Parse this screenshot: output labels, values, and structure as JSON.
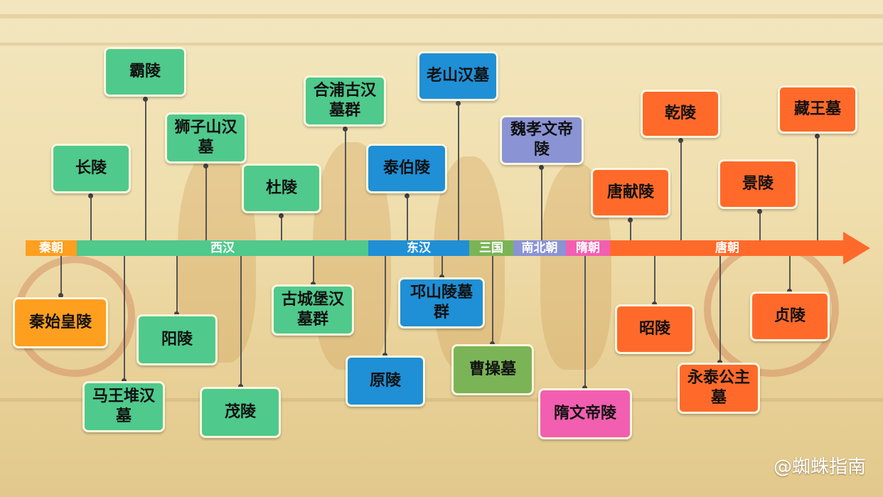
{
  "colors": {
    "qin": "#ff9f1f",
    "han_west": "#4fc98c",
    "han_east": "#1f8fd6",
    "three_kingdoms": "#7bb457",
    "southern_northern": "#8a93d4",
    "sui": "#f25fb0",
    "tang": "#ff6a2b"
  },
  "timeline": {
    "segments": [
      {
        "label": "秦朝"
      },
      {
        "label": "西汉"
      },
      {
        "label": "东汉"
      },
      {
        "label": "三国"
      },
      {
        "label": "南北朝"
      },
      {
        "label": "隋朝"
      },
      {
        "label": "唐朝"
      }
    ]
  },
  "tombs": {
    "qin_shihuang": "秦始皇陵",
    "changling": "长陵",
    "baling": "霸陵",
    "shizishan": "狮子山汉墓",
    "mawangdui": "马王堆汉墓",
    "yangling": "阳陵",
    "maoling": "茂陵",
    "duling": "杜陵",
    "gucheng": "古城堡汉墓群",
    "hepu": "合浦古汉墓群",
    "taibo": "泰伯陵",
    "laoshan": "老山汉墓",
    "yuanling": "原陵",
    "qiongshan": "邛山陵墓群",
    "caocao": "曹操墓",
    "wei_xiaowen": "魏孝文帝陵",
    "sui_wendi": "隋文帝陵",
    "tang_xianling": "唐献陵",
    "qianling": "乾陵",
    "zhaoling": "昭陵",
    "yongtai": "永泰公主墓",
    "jingling": "景陵",
    "zangwang": "藏王墓",
    "zhenling": "贞陵"
  },
  "watermark": "@蜘蛛指南"
}
